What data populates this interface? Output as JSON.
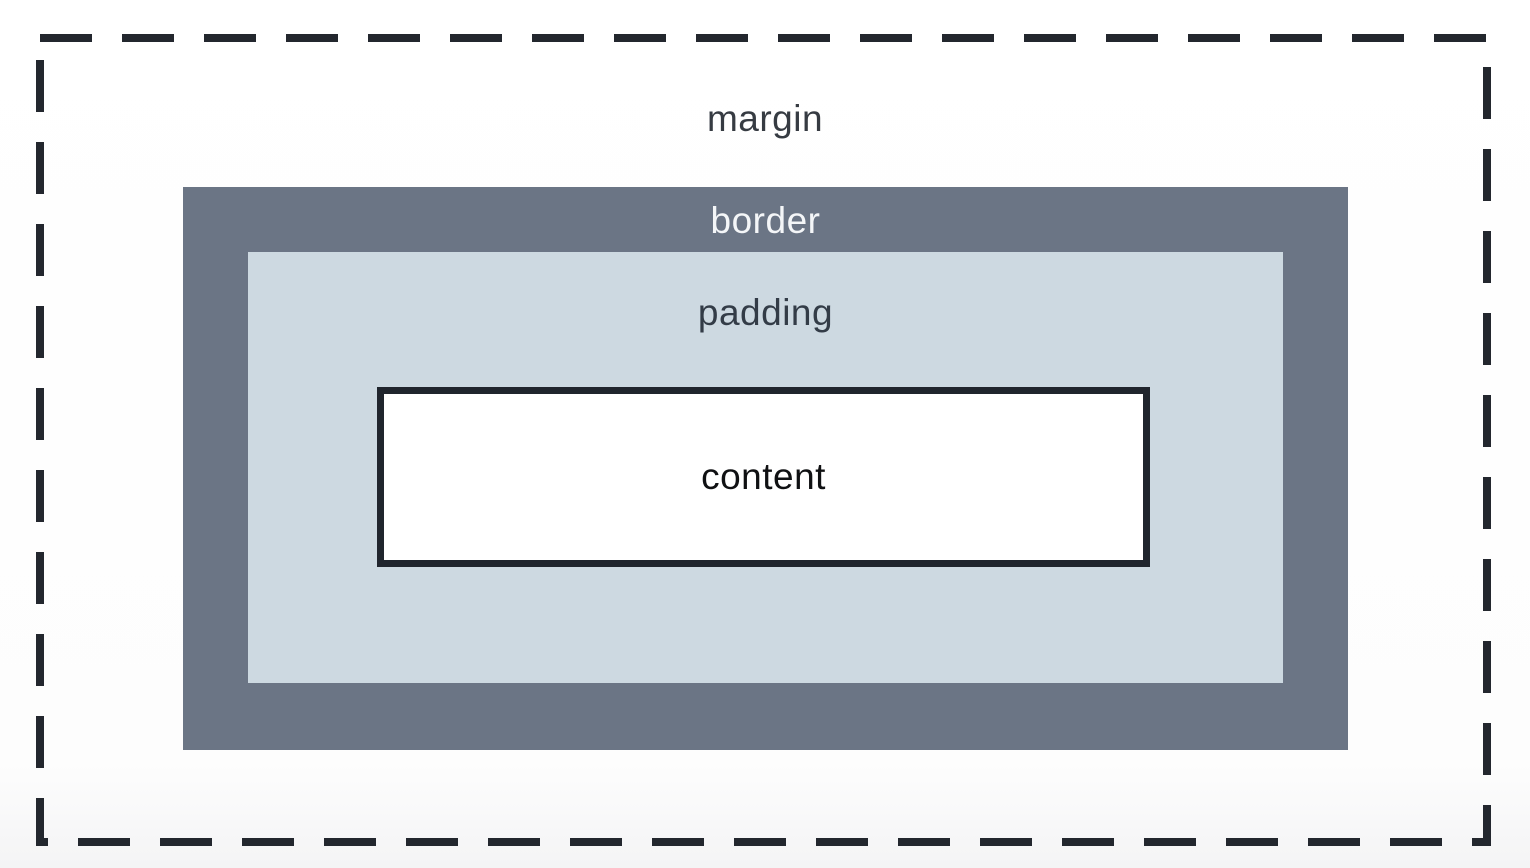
{
  "diagram": {
    "type": "css-box-model",
    "labels": {
      "margin": "margin",
      "border": "border",
      "padding": "padding",
      "content": "content"
    },
    "colors": {
      "margin_dash": "#23272e",
      "margin_text": "#363b42",
      "border_fill": "#6b7585",
      "border_text": "#f4f6f8",
      "padding_fill": "#cdd9e1",
      "padding_text": "#333c47",
      "content_fill": "#ffffff",
      "content_border": "#20252d",
      "content_text": "#101113",
      "background": "#fdfdfd"
    }
  }
}
